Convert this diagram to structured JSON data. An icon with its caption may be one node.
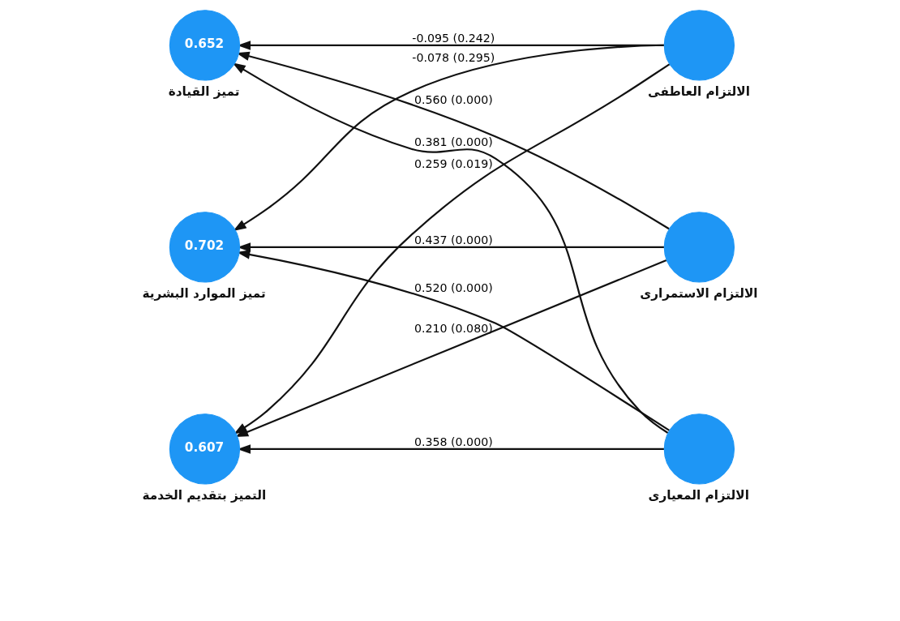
{
  "diagram": {
    "nodes": [
      {
        "text": [
          "0.652"
        ],
        "beside": [
          "تميز القيادة"
        ]
      },
      {
        "text": [],
        "shape": "circle",
        "beside": [
          "الالتزام العاطفى"
        ]
      },
      {
        "text": [
          "0.702"
        ],
        "beside": [
          "تميز الموارد البشرية"
        ]
      },
      {
        "text": [],
        "shape": "circle",
        "beside": [
          "الالتزام الاستمرارى"
        ]
      },
      {
        "text": [
          "0.607"
        ],
        "beside": [
          "التميز بتقديم الخدمة"
        ]
      },
      {
        "text": [],
        "shape": "circle",
        "beside": [
          "الالتزام المعيارى"
        ]
      }
    ],
    "edges": [
      {
        "from": 1,
        "to": 0,
        "arrow": "to",
        "label": "-0.095 (0.242)"
      },
      {
        "from": 1,
        "to": 2,
        "arrow": "to",
        "label": "-0.078 (0.295)"
      },
      {
        "from": 1,
        "to": 4,
        "arrow": "to",
        "label": "0.259 (0.019)"
      },
      {
        "from": 3,
        "to": 0,
        "arrow": "to",
        "label": "0.560 (0.000)"
      },
      {
        "from": 3,
        "to": 2,
        "arrow": "to",
        "label": "0.437 (0.000)"
      },
      {
        "from": 3,
        "to": 4,
        "arrow": "to",
        "label": "0.210 (0.080)"
      },
      {
        "from": 5,
        "to": 0,
        "arrow": "to",
        "label": "0.381 (0.000)"
      },
      {
        "from": 5,
        "to": 2,
        "arrow": "to",
        "label": "0.520 (0.000)"
      },
      {
        "from": 5,
        "to": 4,
        "arrow": "to",
        "label": "0.358 (0.000)"
      }
    ]
  }
}
